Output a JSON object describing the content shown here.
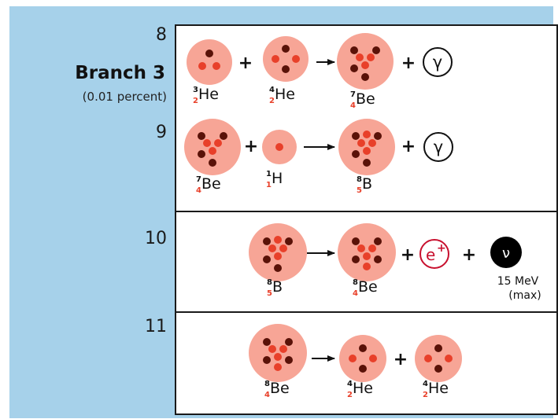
{
  "branch": {
    "title": "Branch 3",
    "subtitle": "(0.01 percent)"
  },
  "steps": [
    {
      "number": "8"
    },
    {
      "number": "9"
    },
    {
      "number": "10"
    },
    {
      "number": "11"
    }
  ],
  "symbols": {
    "plus": "+",
    "gamma": "γ",
    "positron": "e",
    "positron_charge": "+",
    "neutrino": "ν"
  },
  "neutrino_energy": {
    "value": "15 MeV",
    "note": "(max)"
  },
  "nuclides": {
    "He3": {
      "mass": "3",
      "z": "2",
      "sym": "He"
    },
    "He4": {
      "mass": "4",
      "z": "2",
      "sym": "He"
    },
    "Be7": {
      "mass": "7",
      "z": "4",
      "sym": "Be"
    },
    "H1": {
      "mass": "1",
      "z": "1",
      "sym": "H"
    },
    "B8": {
      "mass": "8",
      "z": "5",
      "sym": "B"
    },
    "Be8": {
      "mass": "8",
      "z": "4",
      "sym": "Be"
    }
  },
  "colors": {
    "background": "#a6d1ea",
    "nucleus_fill": "#f7a596",
    "proton": "#e8402a",
    "neutron": "#5a1208",
    "atomic_number": "#e8402a",
    "positron": "#c8102e",
    "neutrino_fill": "#000000"
  }
}
